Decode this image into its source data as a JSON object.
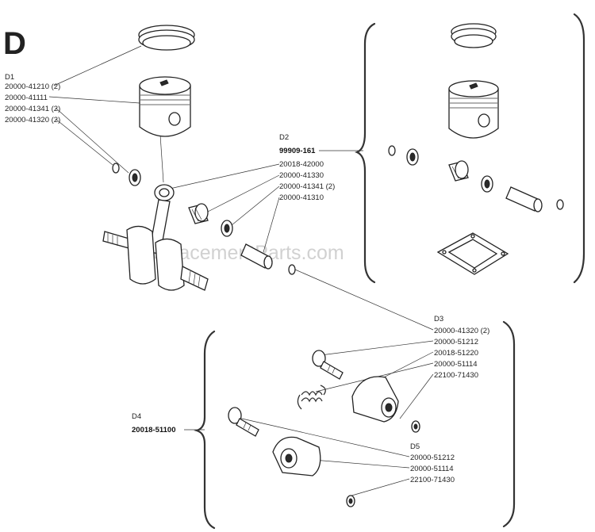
{
  "section_letter": "D",
  "watermark": "eReplacementParts.com",
  "groups": {
    "d1": {
      "title": "D1",
      "parts": [
        "20000-41210 (2)",
        "20000-41111",
        "20000-41341 (2)",
        "20000-41320 (2)"
      ]
    },
    "d2": {
      "title": "D2",
      "kit_number": "99909-161",
      "parts": [
        "20018-42000",
        "20000-41330",
        "20000-41341 (2)",
        "20000-41310"
      ]
    },
    "d3": {
      "title": "D3",
      "parts": [
        "20000-41320 (2)",
        "20000-51212",
        "20018-51220",
        "20000-51114",
        "22100-71430"
      ]
    },
    "d4": {
      "title": "D4",
      "kit_number": "20018-51100"
    },
    "d5": {
      "title": "D5",
      "parts": [
        "20000-51212",
        "20000-51114",
        "22100-71430"
      ]
    }
  }
}
